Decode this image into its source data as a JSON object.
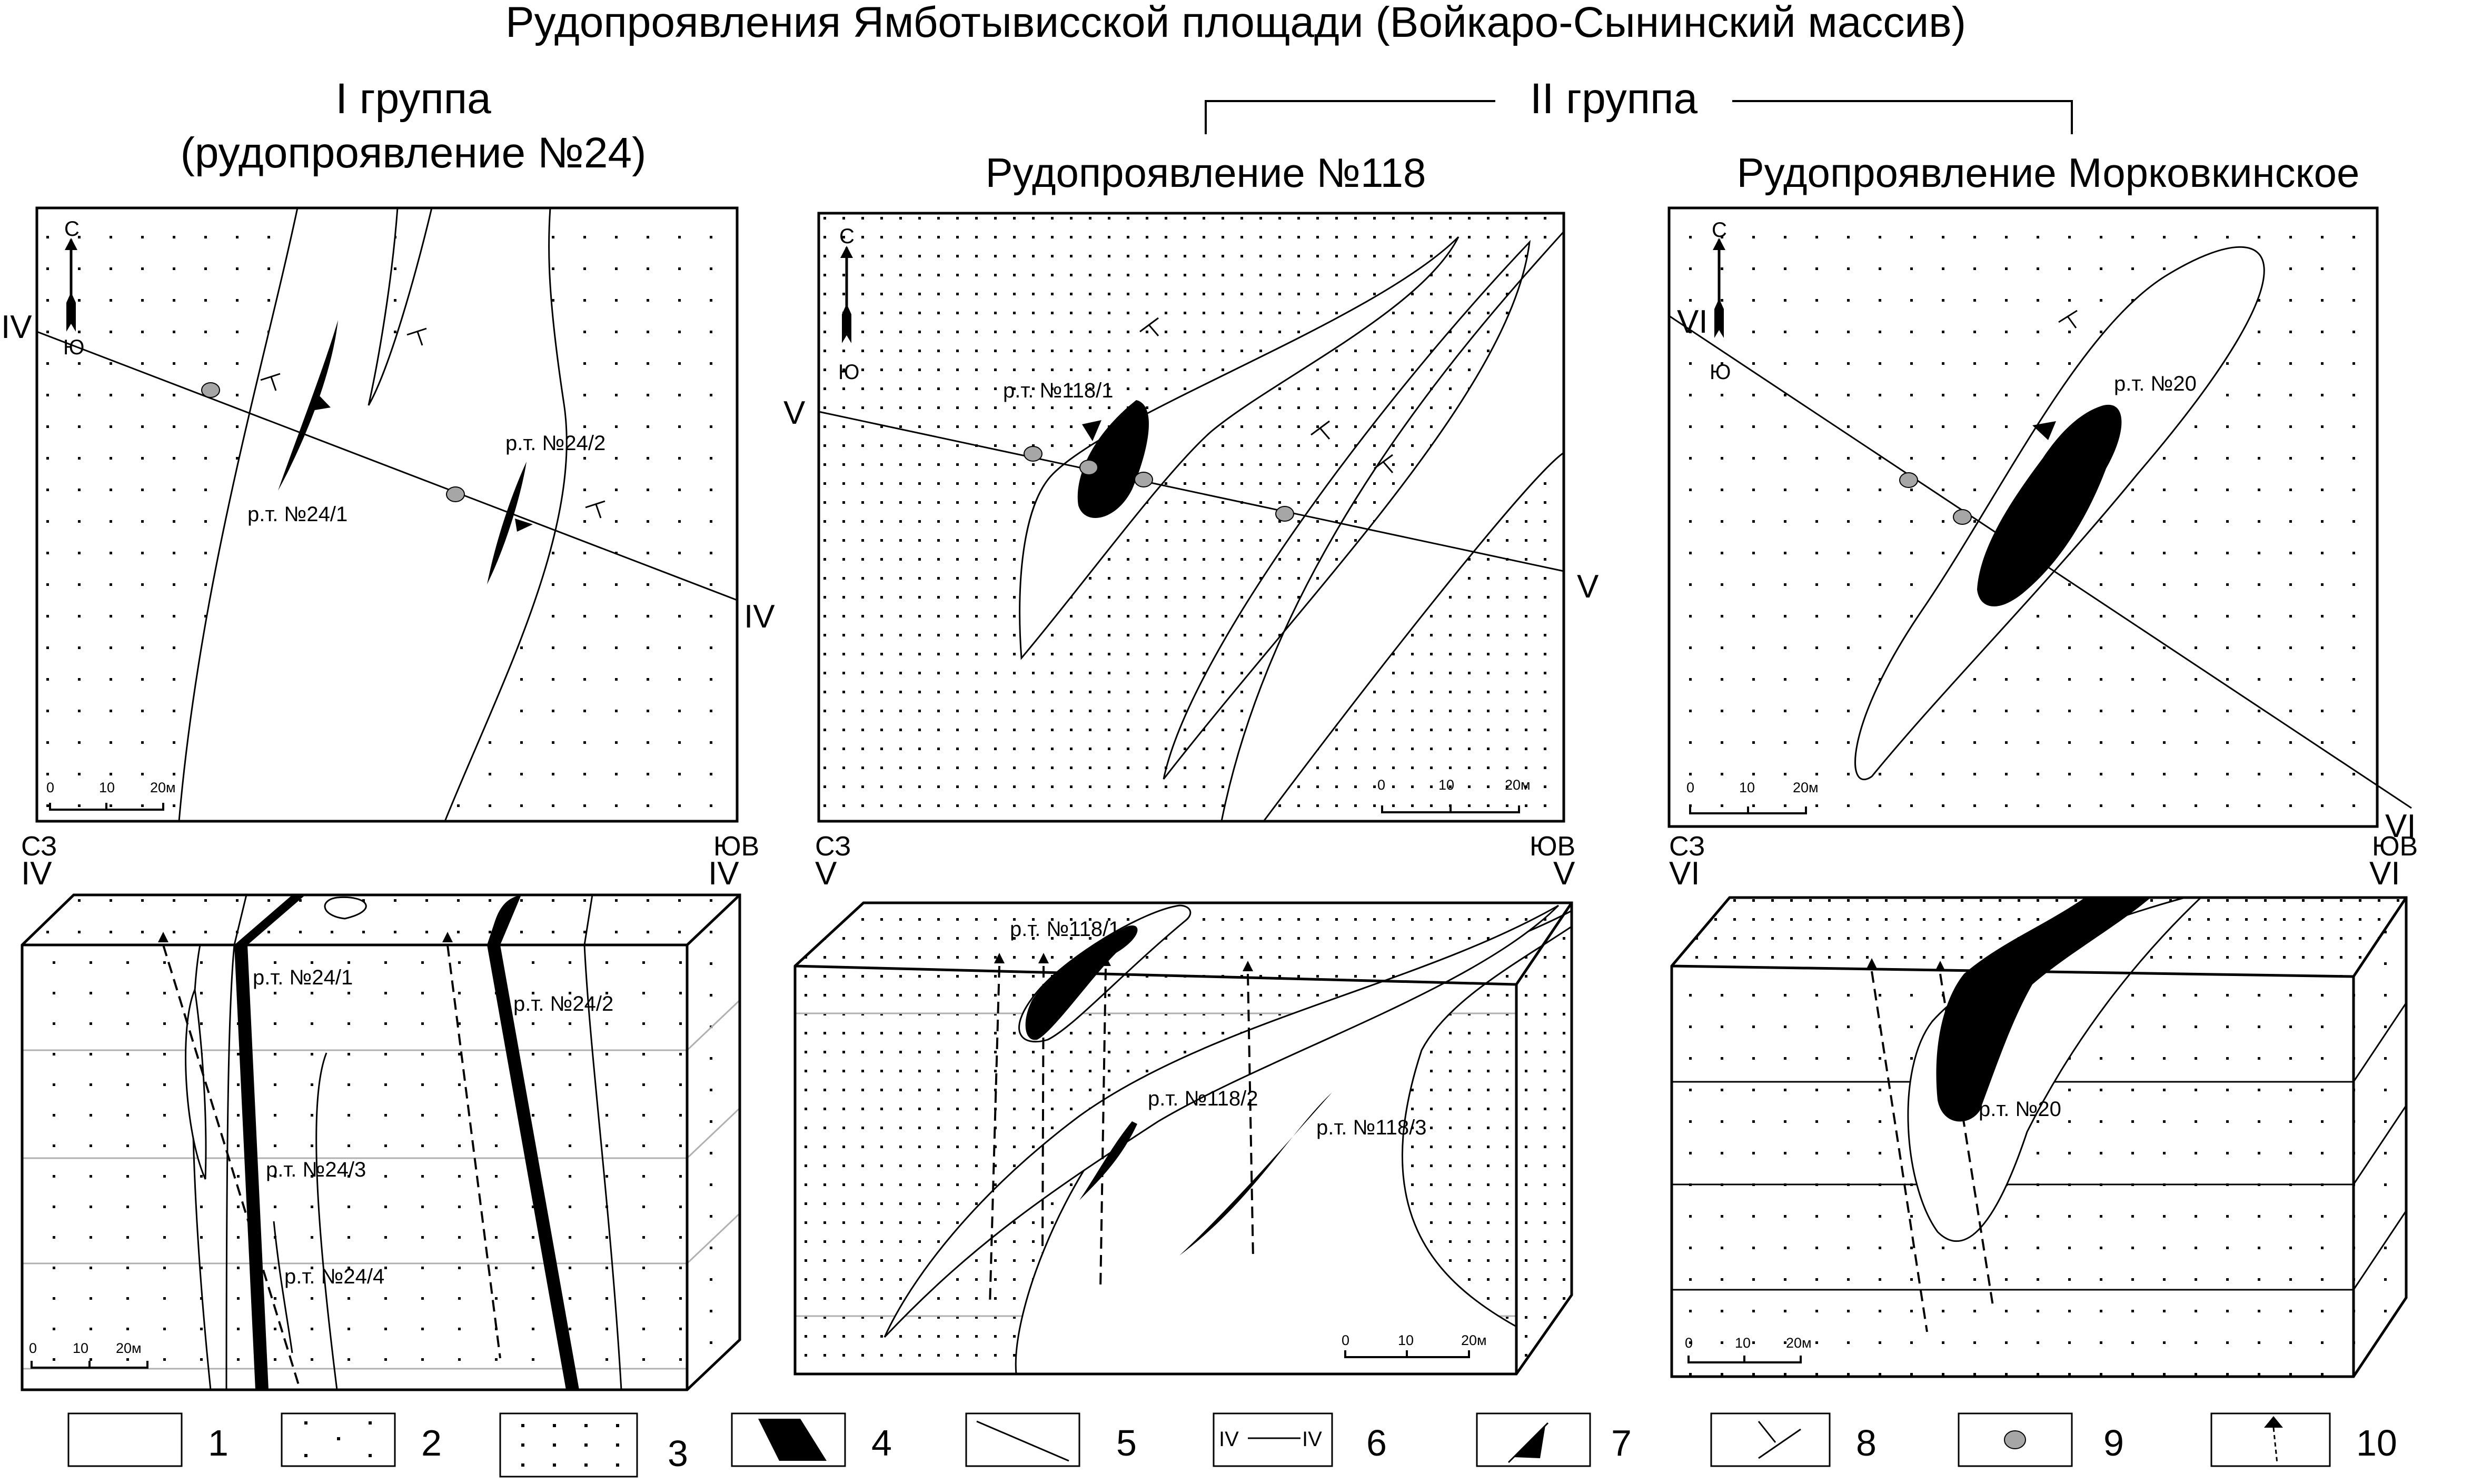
{
  "title": "Рудопроявления Ямботывисской площади (Войкаро-Сынинский массив)",
  "group1": {
    "label": "I группа",
    "sublabel": "(рудопроявление №24)",
    "map": {
      "north": "С",
      "south": "Ю",
      "section_start": "IV",
      "section_end": "IV",
      "points": [
        "р.т. №24/1",
        "р.т. №24/2"
      ],
      "scale": [
        "0",
        "10",
        "20м"
      ]
    },
    "section": {
      "left_dir": "СЗ",
      "right_dir": "ЮВ",
      "left_mark": "IV",
      "right_mark": "IV",
      "points": [
        "р.т. №24/1",
        "р.т. №24/2",
        "р.т. №24/3",
        "р.т. №24/4"
      ],
      "scale": [
        "0",
        "10",
        "20м"
      ]
    }
  },
  "group2": {
    "label": "II группа",
    "ore118": {
      "label": "Рудопроявление №118",
      "map": {
        "north": "С",
        "south": "Ю",
        "section_start": "V",
        "section_end": "V",
        "points": [
          "р.т. №118/1"
        ],
        "scale": [
          "0",
          "10",
          "20м"
        ]
      },
      "section": {
        "left_dir": "СЗ",
        "right_dir": "ЮВ",
        "left_mark": "V",
        "right_mark": "V",
        "points": [
          "р.т. №118/1",
          "р.т. №118/2",
          "р.т. №118/3"
        ],
        "scale": [
          "0",
          "10",
          "20м"
        ]
      }
    },
    "morkov": {
      "label": "Рудопроявление Морковкинское",
      "map": {
        "north": "С",
        "south": "Ю",
        "section_start": "VI",
        "section_end": "VI",
        "points": [
          "р.т. №20"
        ],
        "scale": [
          "0",
          "10",
          "20м"
        ]
      },
      "section": {
        "left_dir": "СЗ",
        "right_dir": "ЮВ",
        "left_mark": "VI",
        "right_mark": "VI",
        "points": [
          "р.т. №20"
        ],
        "scale": [
          "0",
          "10",
          "20м"
        ]
      }
    }
  },
  "legend": {
    "items": [
      "1",
      "2",
      "3",
      "4",
      "5",
      "6",
      "7",
      "8",
      "9",
      "10"
    ],
    "line_mark_left": "IV",
    "line_mark_right": "IV"
  },
  "colors": {
    "ink": "#000000",
    "point_fill": "#a6a6a6",
    "layer_line": "#b0b0b0"
  }
}
